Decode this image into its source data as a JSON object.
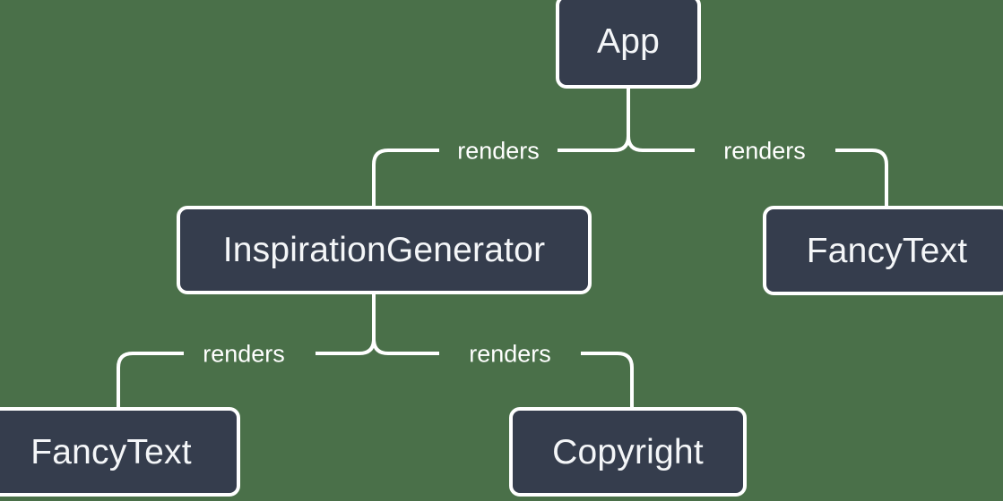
{
  "diagram": {
    "type": "component-tree",
    "background_color": "#4a7049",
    "node_fill_color": "#353d4d",
    "node_border_color": "#ffffff",
    "node_text_color": "#f4f6f8",
    "edge_color": "#ffffff",
    "edge_label_color": "#ffffff",
    "nodes": [
      {
        "id": "app",
        "label": "App"
      },
      {
        "id": "inspiration-generator",
        "label": "InspirationGenerator"
      },
      {
        "id": "fancytext-right",
        "label": "FancyText"
      },
      {
        "id": "fancytext-bottom",
        "label": "FancyText"
      },
      {
        "id": "copyright",
        "label": "Copyright"
      }
    ],
    "edges": [
      {
        "from": "app",
        "to": "inspiration-generator",
        "label": "renders"
      },
      {
        "from": "app",
        "to": "fancytext-right",
        "label": "renders"
      },
      {
        "from": "inspiration-generator",
        "to": "fancytext-bottom",
        "label": "renders"
      },
      {
        "from": "inspiration-generator",
        "to": "copyright",
        "label": "renders"
      }
    ]
  }
}
